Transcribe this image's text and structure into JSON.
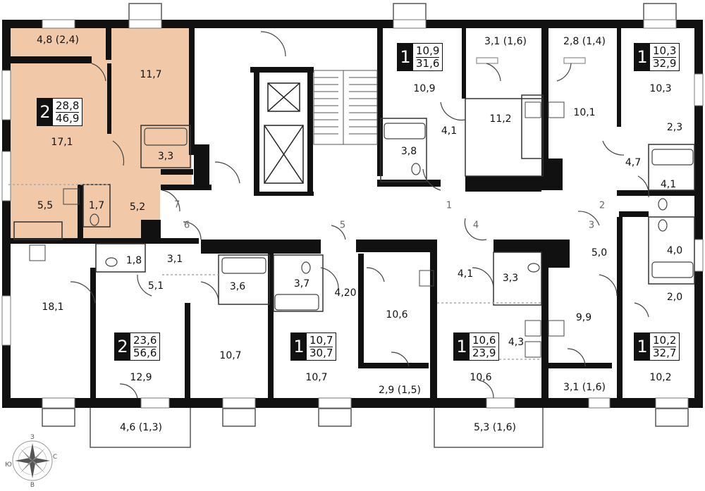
{
  "colors": {
    "wall": "#111111",
    "highlight": "#f2c9a8",
    "thin": "#444444"
  },
  "room_areas": {
    "a1": "4,8 (2,4)",
    "a2": "11,7",
    "a3": "17,1",
    "a4": "3,3",
    "a5": "5,5",
    "a6": "1,7",
    "a7": "5,2",
    "b1": "10,9",
    "b2": "3,1 (1,6)",
    "b3": "4,1",
    "b4": "11,2",
    "b5": "3,8",
    "c1": "2,8 (1,4)",
    "c2": "10,1",
    "c3": "10,3",
    "c4": "2,3",
    "c5": "4,7",
    "c6": "4,1",
    "c7": "4,0",
    "c8": "5,0",
    "c9": "2,0",
    "c10": "9,9",
    "c11": "3,1 (1,6)",
    "c12": "10,2",
    "d1": "18,1",
    "d2": "1,8",
    "d3": "3,1",
    "d4": "5,1",
    "d5": "3,6",
    "d6": "12,9",
    "d7": "10,7",
    "d8": "4,6 (1,3)",
    "e1": "3,7",
    "e2": "4,20",
    "e3": "10,7",
    "f1": "10,6",
    "f2": "2,9 (1,5)",
    "g1": "4,1",
    "g2": "3,3",
    "g3": "4,3",
    "g4": "10,6",
    "g5": "5,3 (1,6)"
  },
  "door_numbers": [
    "1",
    "2",
    "3",
    "4",
    "5",
    "6",
    "7"
  ],
  "apartments": [
    {
      "rooms": "2",
      "living": "28,8",
      "total": "46,9"
    },
    {
      "rooms": "1",
      "living": "10,9",
      "total": "31,6"
    },
    {
      "rooms": "1",
      "living": "10,3",
      "total": "32,9"
    },
    {
      "rooms": "2",
      "living": "23,6",
      "total": "56,6"
    },
    {
      "rooms": "1",
      "living": "10,7",
      "total": "30,7"
    },
    {
      "rooms": "1",
      "living": "10,6",
      "total": "23,9"
    },
    {
      "rooms": "1",
      "living": "10,2",
      "total": "32,7"
    }
  ],
  "compass": {
    "n": "З",
    "e": "С",
    "s": "В",
    "w": "Ю"
  }
}
